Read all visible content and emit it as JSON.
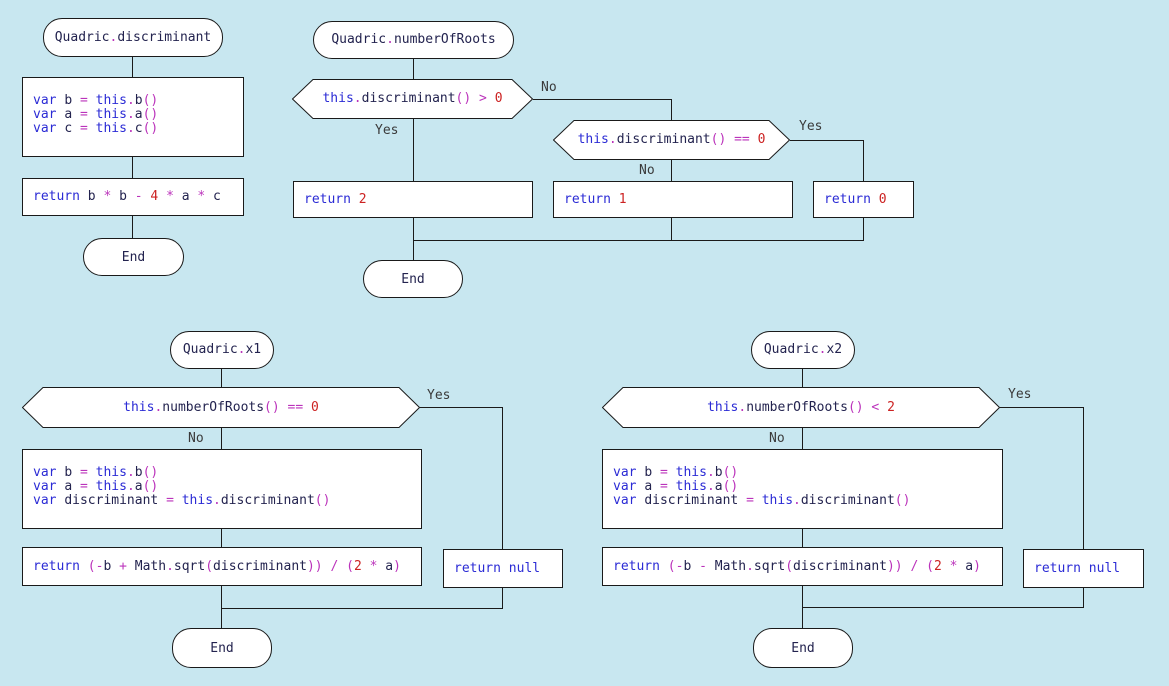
{
  "background_color": "#c8e7f0",
  "syntax_colors": {
    "keyword": "#2b2bd5",
    "identifier": "#23234f",
    "punctuation": "#bb33bb",
    "number": "#cc2222"
  },
  "labels": {
    "yes": "Yes",
    "no": "No",
    "end": "End"
  },
  "charts": {
    "c1": {
      "title": [
        [
          "i",
          "Quadric"
        ],
        [
          "p",
          "."
        ],
        [
          "i",
          "discriminant"
        ]
      ],
      "code0": [
        [
          "k",
          "var "
        ],
        [
          "i",
          "b "
        ],
        [
          "p",
          "= "
        ],
        [
          "k",
          "this"
        ],
        [
          "p",
          "."
        ],
        [
          "i",
          "b"
        ],
        [
          "p",
          "()"
        ]
      ],
      "code1": [
        [
          "k",
          "var "
        ],
        [
          "i",
          "a "
        ],
        [
          "p",
          "= "
        ],
        [
          "k",
          "this"
        ],
        [
          "p",
          "."
        ],
        [
          "i",
          "a"
        ],
        [
          "p",
          "()"
        ]
      ],
      "code2": [
        [
          "k",
          "var "
        ],
        [
          "i",
          "c "
        ],
        [
          "p",
          "= "
        ],
        [
          "k",
          "this"
        ],
        [
          "p",
          "."
        ],
        [
          "i",
          "c"
        ],
        [
          "p",
          "()"
        ]
      ],
      "ret": [
        [
          "k",
          "return "
        ],
        [
          "i",
          "b "
        ],
        [
          "p",
          "* "
        ],
        [
          "i",
          "b "
        ],
        [
          "p",
          "- "
        ],
        [
          "n",
          "4 "
        ],
        [
          "p",
          "* "
        ],
        [
          "i",
          "a "
        ],
        [
          "p",
          "* "
        ],
        [
          "i",
          "c"
        ]
      ]
    },
    "c2": {
      "title": [
        [
          "i",
          "Quadric"
        ],
        [
          "p",
          "."
        ],
        [
          "i",
          "numberOfRoots"
        ]
      ],
      "cond1": [
        [
          "k",
          "this"
        ],
        [
          "p",
          "."
        ],
        [
          "i",
          "discriminant"
        ],
        [
          "p",
          "() > "
        ],
        [
          "n",
          "0"
        ]
      ],
      "cond2": [
        [
          "k",
          "this"
        ],
        [
          "p",
          "."
        ],
        [
          "i",
          "discriminant"
        ],
        [
          "p",
          "() == "
        ],
        [
          "n",
          "0"
        ]
      ],
      "ret2": [
        [
          "k",
          "return "
        ],
        [
          "n",
          "2"
        ]
      ],
      "ret1": [
        [
          "k",
          "return "
        ],
        [
          "n",
          "1"
        ]
      ],
      "ret0": [
        [
          "k",
          "return "
        ],
        [
          "n",
          "0"
        ]
      ]
    },
    "c3": {
      "title": [
        [
          "i",
          "Quadric"
        ],
        [
          "p",
          "."
        ],
        [
          "i",
          "x1"
        ]
      ],
      "cond": [
        [
          "k",
          "this"
        ],
        [
          "p",
          "."
        ],
        [
          "i",
          "numberOfRoots"
        ],
        [
          "p",
          "() == "
        ],
        [
          "n",
          "0"
        ]
      ],
      "code0": [
        [
          "k",
          "var "
        ],
        [
          "i",
          "b "
        ],
        [
          "p",
          "= "
        ],
        [
          "k",
          "this"
        ],
        [
          "p",
          "."
        ],
        [
          "i",
          "b"
        ],
        [
          "p",
          "()"
        ]
      ],
      "code1": [
        [
          "k",
          "var "
        ],
        [
          "i",
          "a "
        ],
        [
          "p",
          "= "
        ],
        [
          "k",
          "this"
        ],
        [
          "p",
          "."
        ],
        [
          "i",
          "a"
        ],
        [
          "p",
          "()"
        ]
      ],
      "code2": [
        [
          "k",
          "var "
        ],
        [
          "i",
          "discriminant "
        ],
        [
          "p",
          "= "
        ],
        [
          "k",
          "this"
        ],
        [
          "p",
          "."
        ],
        [
          "i",
          "discriminant"
        ],
        [
          "p",
          "()"
        ]
      ],
      "ret": [
        [
          "k",
          "return "
        ],
        [
          "p",
          "(-"
        ],
        [
          "i",
          "b "
        ],
        [
          "p",
          "+ "
        ],
        [
          "i",
          "Math"
        ],
        [
          "p",
          "."
        ],
        [
          "i",
          "sqrt"
        ],
        [
          "p",
          "("
        ],
        [
          "i",
          "discriminant"
        ],
        [
          "p",
          ")) / ("
        ],
        [
          "n",
          "2 "
        ],
        [
          "p",
          "* "
        ],
        [
          "i",
          "a"
        ],
        [
          "p",
          ")"
        ]
      ],
      "retnull": [
        [
          "k",
          "return null"
        ]
      ]
    },
    "c4": {
      "title": [
        [
          "i",
          "Quadric"
        ],
        [
          "p",
          "."
        ],
        [
          "i",
          "x2"
        ]
      ],
      "cond": [
        [
          "k",
          "this"
        ],
        [
          "p",
          "."
        ],
        [
          "i",
          "numberOfRoots"
        ],
        [
          "p",
          "() < "
        ],
        [
          "n",
          "2"
        ]
      ],
      "code0": [
        [
          "k",
          "var "
        ],
        [
          "i",
          "b "
        ],
        [
          "p",
          "= "
        ],
        [
          "k",
          "this"
        ],
        [
          "p",
          "."
        ],
        [
          "i",
          "b"
        ],
        [
          "p",
          "()"
        ]
      ],
      "code1": [
        [
          "k",
          "var "
        ],
        [
          "i",
          "a "
        ],
        [
          "p",
          "= "
        ],
        [
          "k",
          "this"
        ],
        [
          "p",
          "."
        ],
        [
          "i",
          "a"
        ],
        [
          "p",
          "()"
        ]
      ],
      "code2": [
        [
          "k",
          "var "
        ],
        [
          "i",
          "discriminant "
        ],
        [
          "p",
          "= "
        ],
        [
          "k",
          "this"
        ],
        [
          "p",
          "."
        ],
        [
          "i",
          "discriminant"
        ],
        [
          "p",
          "()"
        ]
      ],
      "ret": [
        [
          "k",
          "return "
        ],
        [
          "p",
          "(-"
        ],
        [
          "i",
          "b "
        ],
        [
          "p",
          "- "
        ],
        [
          "i",
          "Math"
        ],
        [
          "p",
          "."
        ],
        [
          "i",
          "sqrt"
        ],
        [
          "p",
          "("
        ],
        [
          "i",
          "discriminant"
        ],
        [
          "p",
          ")) / ("
        ],
        [
          "n",
          "2 "
        ],
        [
          "p",
          "* "
        ],
        [
          "i",
          "a"
        ],
        [
          "p",
          ")"
        ]
      ],
      "retnull": [
        [
          "k",
          "return null"
        ]
      ]
    }
  }
}
